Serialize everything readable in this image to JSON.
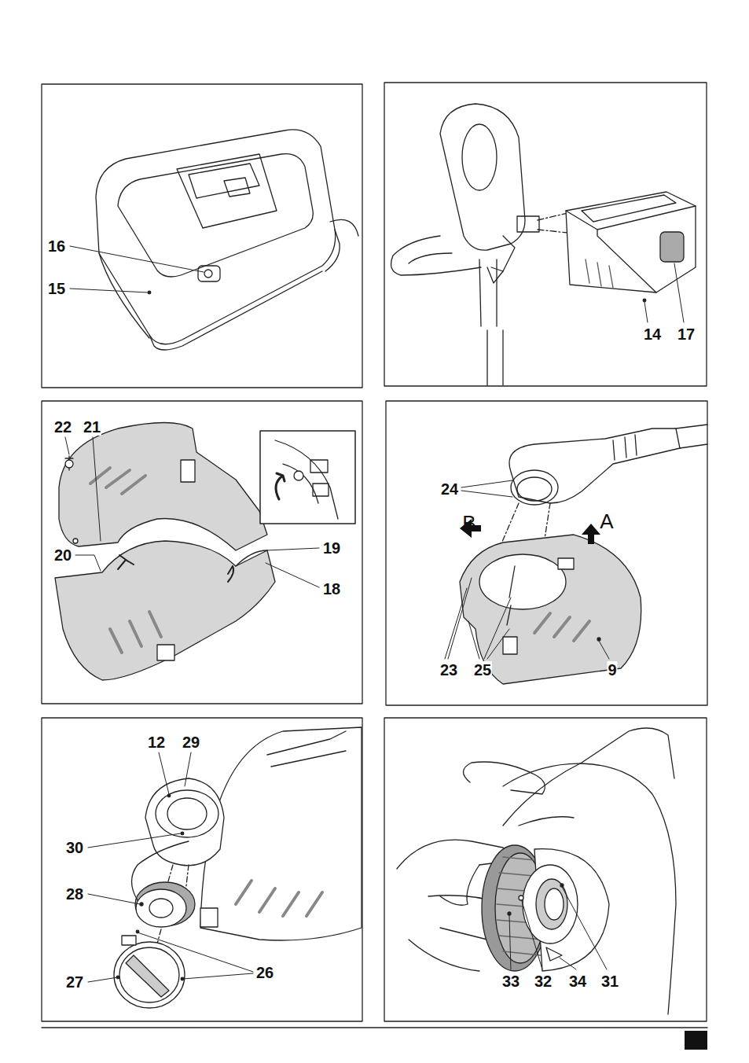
{
  "diagram": {
    "labels": [
      "16",
      "15",
      "14",
      "17",
      "22",
      "21",
      "20",
      "19",
      "18",
      "24",
      "B",
      "A",
      "23",
      "25",
      "9",
      "12",
      "29",
      "30",
      "28",
      "27",
      "26",
      "33",
      "32",
      "34",
      "31"
    ]
  }
}
